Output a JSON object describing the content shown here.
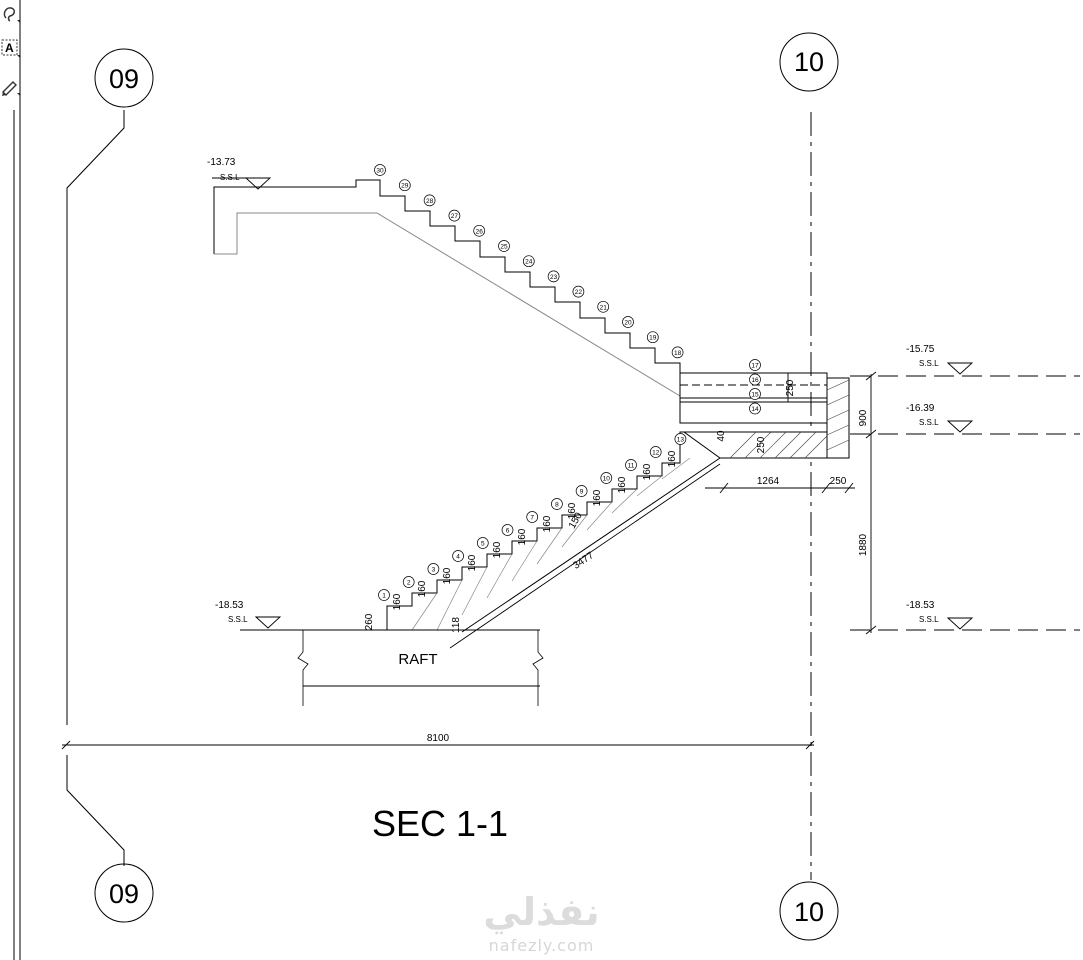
{
  "toolbar": {
    "tools": [
      {
        "icon": "lasso-icon",
        "glyph": "ℒ"
      },
      {
        "icon": "text-select-icon",
        "glyph": "A"
      },
      {
        "icon": "pen-icon",
        "glyph": "✎"
      }
    ]
  },
  "grid": {
    "left_top": "09",
    "right_top": "10",
    "left_bottom": "09",
    "right_bottom": "10"
  },
  "title": "SEC 1-1",
  "levels": {
    "top": "-13.73",
    "mid_upper": "-15.75",
    "mid_lower": "-16.39",
    "bottom_left": "-18.53",
    "bottom_right": "-18.53",
    "ssl": "S.S.L"
  },
  "labels": {
    "raft": "RAFT"
  },
  "dims": {
    "overall": "8100",
    "landing": "1264",
    "wall": "250",
    "h900": "900",
    "h1880": "1880",
    "slab250a": "250",
    "slab250b": "250",
    "diag": "3477",
    "d150": "150",
    "riser_first": "260",
    "d118": "118",
    "d40": "40",
    "riser": "160"
  },
  "steps": {
    "lower": [
      "1",
      "2",
      "3",
      "4",
      "5",
      "6",
      "7",
      "8",
      "9",
      "10",
      "11",
      "12",
      "13"
    ],
    "landing": [
      "14",
      "15",
      "16",
      "17"
    ],
    "upper": [
      "18",
      "19",
      "20",
      "21",
      "22",
      "23",
      "24",
      "25",
      "26",
      "27",
      "28",
      "29",
      "30"
    ]
  },
  "watermark": {
    "arabic": "نفذلي",
    "latin": "nafezly.com"
  }
}
